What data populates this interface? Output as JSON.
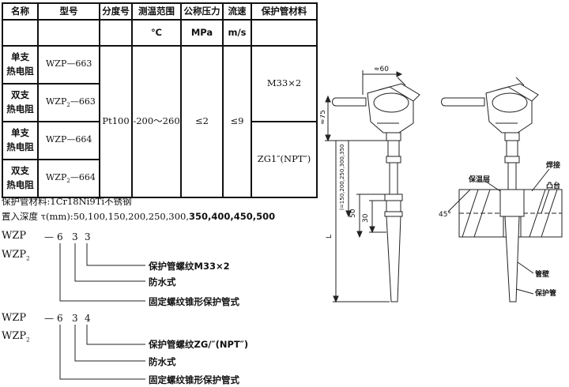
{
  "table": {
    "headers": [
      "名称",
      "型号",
      "分度号",
      "测温范围",
      "公称压力",
      "流速",
      "保护管材料"
    ],
    "units": [
      "",
      "",
      "",
      "℃",
      "MPa",
      "m/s",
      ""
    ],
    "rows": [
      {
        "name_line1": "单支",
        "name_line2": "热电阻",
        "model_prefix": "WZP",
        "model_sub": "",
        "model_suffix": "—663"
      },
      {
        "name_line1": "双支",
        "name_line2": "热电阻",
        "model_prefix": "WZP",
        "model_sub": "2",
        "model_suffix": "—663"
      },
      {
        "name_line1": "单支",
        "name_line2": "热电阻",
        "model_prefix": "WZP",
        "model_sub": "",
        "model_suffix": "—664"
      },
      {
        "name_line1": "双支",
        "name_line2": "热电阻",
        "model_prefix": "WZP",
        "model_sub": "2",
        "model_suffix": "—664"
      }
    ],
    "graduation": "Pt100",
    "temp_range": "-200～260",
    "pressure": "≤2",
    "flow_speed": "≤9",
    "material_663": "M33×2",
    "material_664": "ZG1″(NPT″)"
  },
  "notes": {
    "material_line": "保护管材料:1Cr18Ni9Ti不锈钢",
    "depth_label": "置入深度 ",
    "depth_symbol": "τ(mm):",
    "depth_values": "50,100,150,200,250,300,",
    "depth_values_bold": "350,400,450,500"
  },
  "code_block_1": {
    "model": "WZP",
    "model2_prefix": "WZP",
    "model2_sub": "2",
    "dash": "—",
    "digits": [
      "6",
      "3",
      "3"
    ],
    "desc": [
      "保护管螺纹M33×2",
      "防水式",
      "固定螺纹锥形保护管式"
    ]
  },
  "code_block_2": {
    "model": "WZP",
    "model2_prefix": "WZP",
    "model2_sub": "2",
    "dash": "—",
    "digits": [
      "6",
      "3",
      "4"
    ],
    "desc": [
      "保护管螺纹ZG/″(NPT″)",
      "防水式",
      "固定螺纹锥形保护管式"
    ]
  },
  "drawing": {
    "dim_60": "≈60",
    "dim_75": "≈75",
    "dim_l": "l=150,200,250,300,350",
    "dim_L": "L",
    "dim_50": "50",
    "dim_30": "30",
    "angle": "45°",
    "label_insulation": "保温层",
    "label_weld": "焊接",
    "label_boss": "凸台",
    "label_pipe_wall": "管壁",
    "label_protect_tube": "保护管"
  }
}
